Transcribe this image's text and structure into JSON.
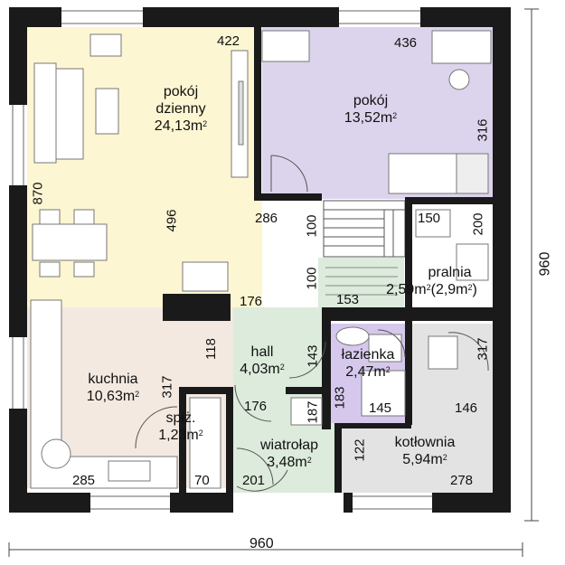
{
  "rooms": {
    "living": {
      "name_line1": "pokój",
      "name_line2": "dzienny",
      "area": "24,13m",
      "unit_sup": "2"
    },
    "room": {
      "name": "pokój",
      "area": "13,52m",
      "unit_sup": "2"
    },
    "laundry": {
      "name": "pralnia",
      "area": "2,59m",
      "unit_sup": "2",
      "area_alt": "(2,9m",
      "area_alt_sup": "2",
      "area_alt_close": ")"
    },
    "kitchen": {
      "name": "kuchnia",
      "area": "10,63m",
      "unit_sup": "2"
    },
    "hall": {
      "name": "hall",
      "area": "4,03m",
      "unit_sup": "2"
    },
    "bathroom": {
      "name": "łazienka",
      "area": "2,47m",
      "unit_sup": "2"
    },
    "pantry": {
      "name": "spiż.",
      "area": "1,23m",
      "unit_sup": "2"
    },
    "boiler": {
      "name": "kotłownia",
      "area": "5,94m",
      "unit_sup": "2"
    },
    "vestibule": {
      "name": "wiatrołap",
      "area": "3,48m",
      "unit_sup": "2"
    }
  },
  "dimensions": {
    "d422": "422",
    "d436": "436",
    "d316": "316",
    "d870": "870",
    "d496": "496",
    "d286": "286",
    "d100a": "100",
    "d100b": "100",
    "d150": "150",
    "d200": "200",
    "d176a": "176",
    "d153": "153",
    "d118": "118",
    "d143": "143",
    "d317a": "317",
    "d183": "183",
    "d176b": "176",
    "d187": "187",
    "d317b": "317",
    "d146": "146",
    "d145": "145",
    "d122": "122",
    "d285": "285",
    "d70": "70",
    "d201": "201",
    "d278": "278",
    "overall_width": "960",
    "overall_height": "960"
  },
  "colors": {
    "wall": "#1a1a1a",
    "living": "#fcf6d2",
    "room": "#dcd4ec",
    "kitchen": "#f3e9e1",
    "hall": "#dcebdc",
    "bath": "#d6c8ec",
    "boiler": "#e3e3e3"
  }
}
